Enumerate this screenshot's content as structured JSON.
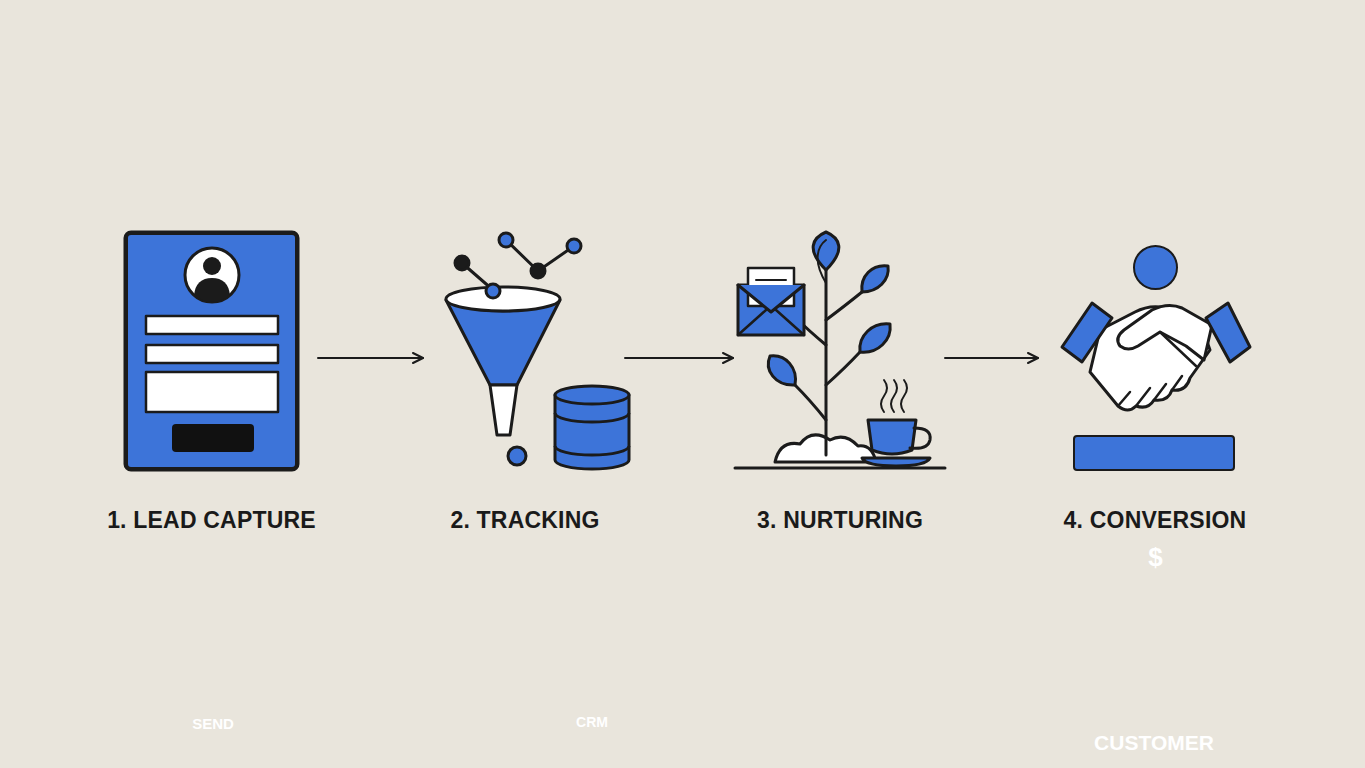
{
  "diagram": {
    "nodes": [
      {
        "text": [
          "1. LEAD CAPTURE"
        ]
      },
      {
        "text": [
          "SEND"
        ],
        "in": 0
      },
      {
        "text": [
          "2. TRACKING"
        ]
      },
      {
        "text": [
          "CRM"
        ],
        "in": 2
      },
      {
        "text": [
          "3. NURTURING"
        ]
      },
      {
        "text": [
          "4. CONVERSION"
        ]
      },
      {
        "text": [
          "$"
        ],
        "in": 5
      },
      {
        "text": [
          "CUSTOMER"
        ],
        "in": 5
      }
    ],
    "edges": [
      {
        "from": 0,
        "to": 2,
        "arrow": "to"
      },
      {
        "from": 2,
        "to": 4,
        "arrow": "to"
      },
      {
        "from": 4,
        "to": 5,
        "arrow": "to"
      }
    ]
  }
}
